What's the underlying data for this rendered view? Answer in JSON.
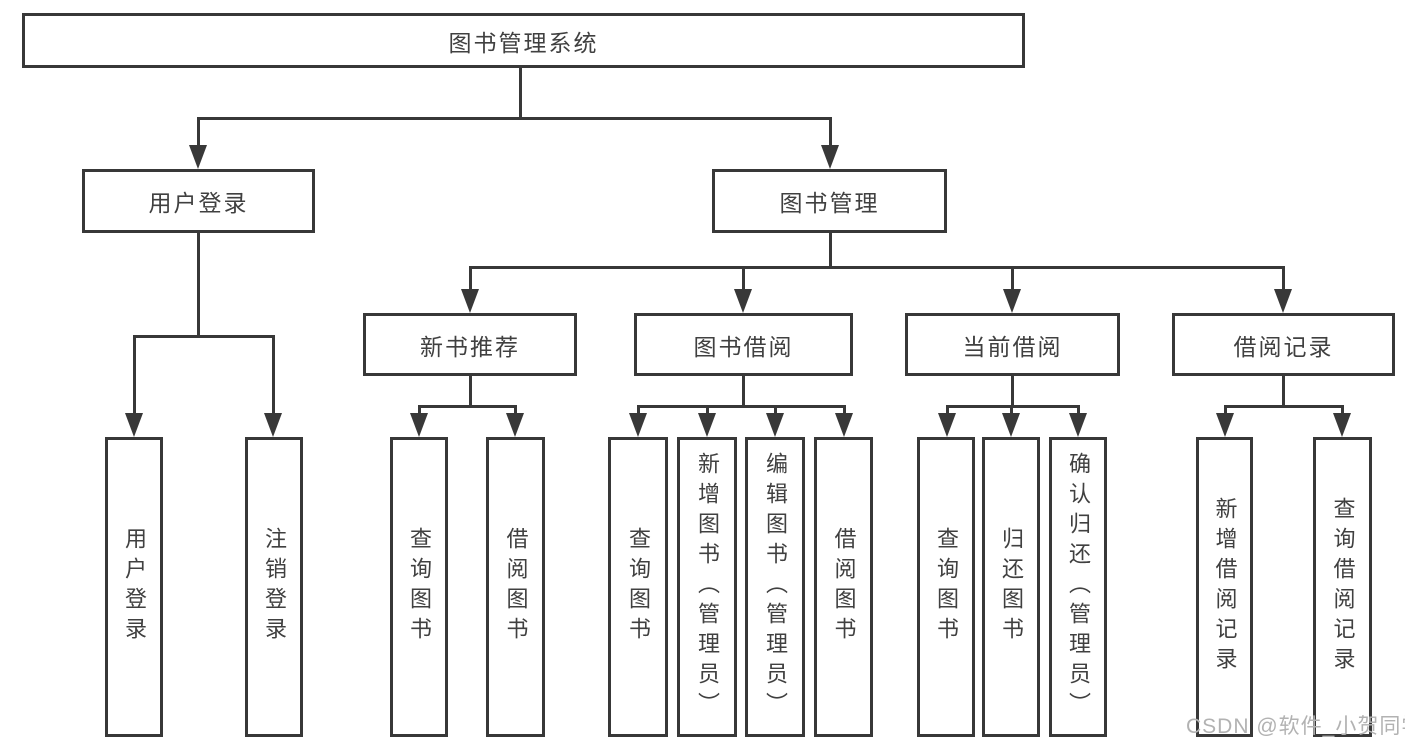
{
  "nodes": {
    "root": "图书管理系统",
    "user_login": "用户登录",
    "book_mgmt": "图书管理",
    "new_book_rec": "新书推荐",
    "book_borrow": "图书借阅",
    "current_borrow": "当前借阅",
    "borrow_record": "借阅记录",
    "leaf_user_login": "用户登录",
    "leaf_logout": "注销登录",
    "leaf_query_book_rec": "查询图书",
    "leaf_borrow_book_rec": "借阅图书",
    "leaf_query_book_borrow": "查询图书",
    "leaf_add_book_admin": "新增图书（管理员）",
    "leaf_edit_book_admin": "编辑图书（管理员）",
    "leaf_borrow_book_borrow": "借阅图书",
    "leaf_query_book_current": "查询图书",
    "leaf_return_book": "归还图书",
    "leaf_confirm_return_admin": "确认归还（管理员）",
    "leaf_add_borrow_record": "新增借阅记录",
    "leaf_query_borrow_record": "查询借阅记录"
  },
  "watermark": "CSDN @软件_小贺同学",
  "colors": {
    "line": "#383838",
    "text": "#404040",
    "watermark": "#b2b2b2",
    "background": "#ffffff"
  }
}
